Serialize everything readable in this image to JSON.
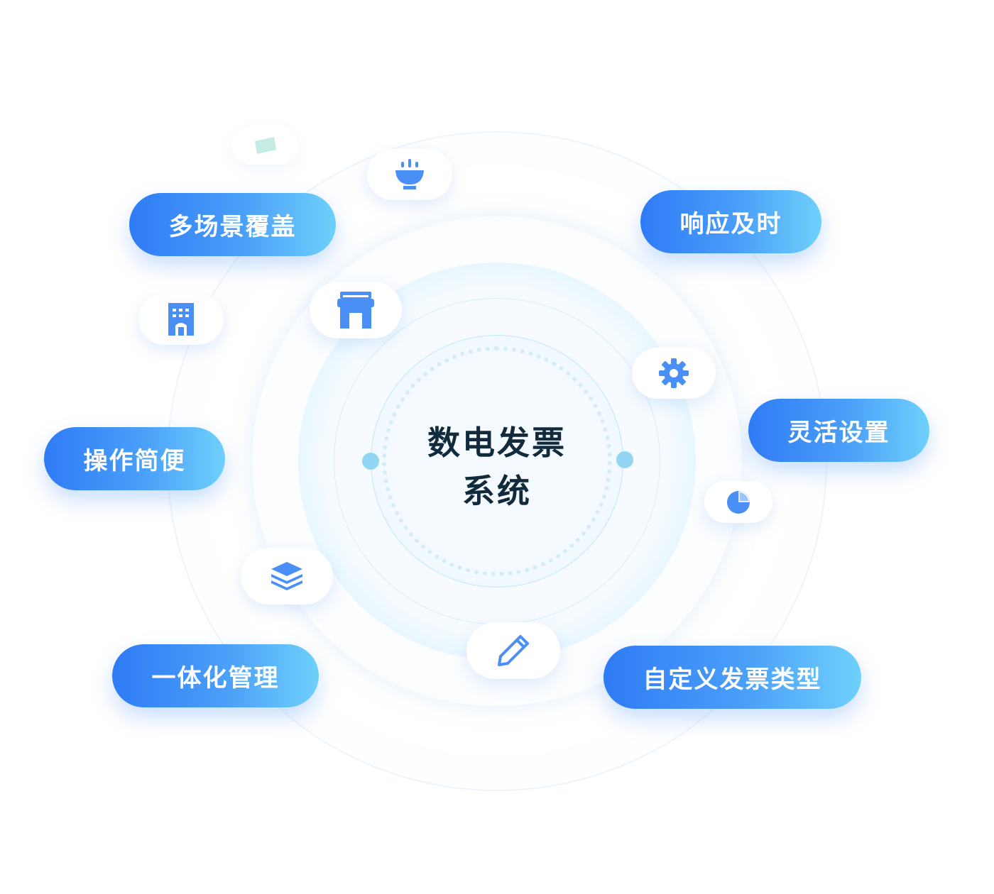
{
  "center": {
    "line1": "数电发票",
    "line2": "系统"
  },
  "features": [
    {
      "label": "多场景覆盖"
    },
    {
      "label": "响应及时"
    },
    {
      "label": "灵活设置"
    },
    {
      "label": "操作简便"
    },
    {
      "label": "一体化管理"
    },
    {
      "label": "自定义发票类型"
    }
  ],
  "icons": [
    "ticket-icon",
    "bowl-icon",
    "building-icon",
    "store-icon",
    "gear-icon",
    "pie-chart-icon",
    "layers-icon",
    "pencil-icon"
  ],
  "colors": {
    "accent": "#3f8cf6",
    "gradient_start": "#2f7bf6",
    "gradient_end": "#6fd0fb",
    "title": "#112a3c"
  }
}
